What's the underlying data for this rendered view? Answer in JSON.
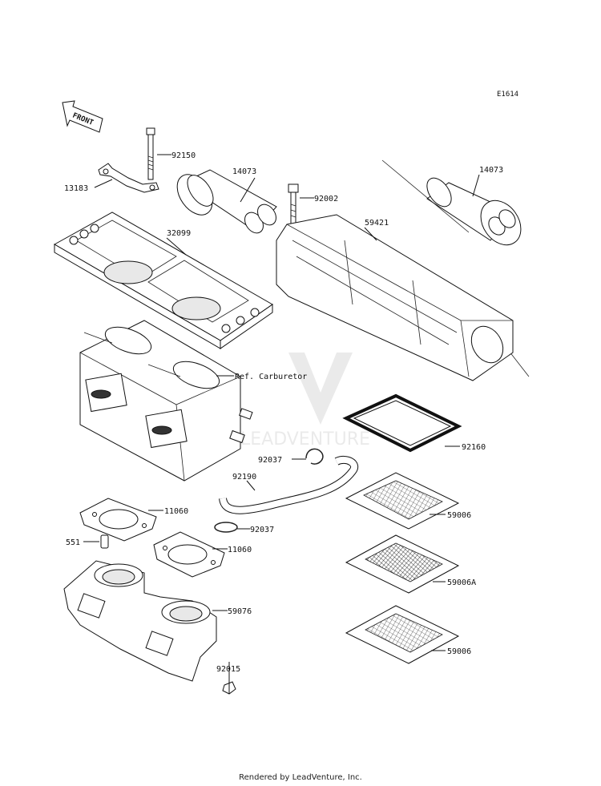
{
  "figure_id": "E1614",
  "front_label": "FRONT",
  "footer": "Rendered by LeadVenture, Inc.",
  "watermark_text": "LEADVENTURE",
  "parts": {
    "p13183": "13183",
    "p92150": "92150",
    "p14073a": "14073",
    "p92002": "92002",
    "p14073b": "14073",
    "p59421": "59421",
    "p32099": "32099",
    "carb": "Ref. Carburetor",
    "p92037a": "92037",
    "p92160": "92160",
    "p92190": "92190",
    "p11060a": "11060",
    "p59006a": "59006",
    "p92037b": "92037",
    "p551": "551",
    "p11060b": "11060",
    "p59006A": "59006A",
    "p59076": "59076",
    "p59006b": "59006",
    "p92015": "92015"
  }
}
